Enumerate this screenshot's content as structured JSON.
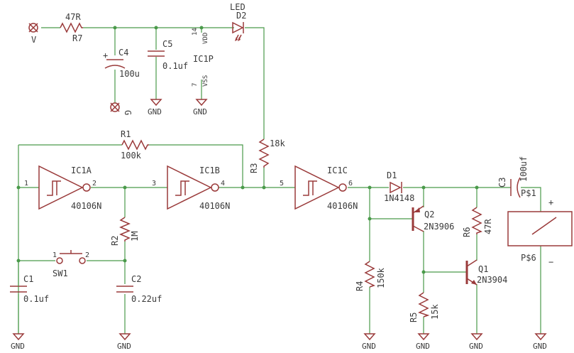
{
  "components": {
    "r7": {
      "name": "R7",
      "value": "47R"
    },
    "c4": {
      "name": "C4",
      "value": "100u"
    },
    "c5": {
      "name": "C5",
      "value": "0.1uf"
    },
    "d2": {
      "name": "D2",
      "value": "LED"
    },
    "ic1p": {
      "name": "IC1P",
      "vdd_pin": "14",
      "vdd": "VDD",
      "vss_pin": "7",
      "vss": "VSS"
    },
    "r1": {
      "name": "R1",
      "value": "100k"
    },
    "r3": {
      "name": "R3",
      "value": "18k"
    },
    "ic1a": {
      "name": "IC1A",
      "value": "40106N",
      "pin_in": "1",
      "pin_out": "2"
    },
    "ic1b": {
      "name": "IC1B",
      "value": "40106N",
      "pin_in": "3",
      "pin_out": "4"
    },
    "ic1c": {
      "name": "IC1C",
      "value": "40106N",
      "pin_in": "5",
      "pin_out": "6"
    },
    "r2": {
      "name": "R2",
      "value": "1M"
    },
    "sw1": {
      "name": "SW1",
      "pin1": "1",
      "pin2": "2"
    },
    "c1": {
      "name": "C1",
      "value": "0.1uf"
    },
    "c2": {
      "name": "C2",
      "value": "0.22uf"
    },
    "d1": {
      "name": "D1",
      "value": "1N4148"
    },
    "q2": {
      "name": "Q2",
      "value": "2N3906"
    },
    "q1": {
      "name": "Q1",
      "value": "2N3904"
    },
    "r6": {
      "name": "R6",
      "value": "47R"
    },
    "r4": {
      "name": "R4",
      "value": "150k"
    },
    "r5": {
      "name": "R5",
      "value": "15k"
    },
    "c3": {
      "name": "C3",
      "value": "100uf"
    },
    "coil": {
      "pin_top": "P$1",
      "pin_bottom": "P$6",
      "plus": "+",
      "minus": "−"
    }
  },
  "supply": {
    "v_label": "V",
    "g_label": "G",
    "cap_plus": "+"
  },
  "gnd_label": "GND"
}
